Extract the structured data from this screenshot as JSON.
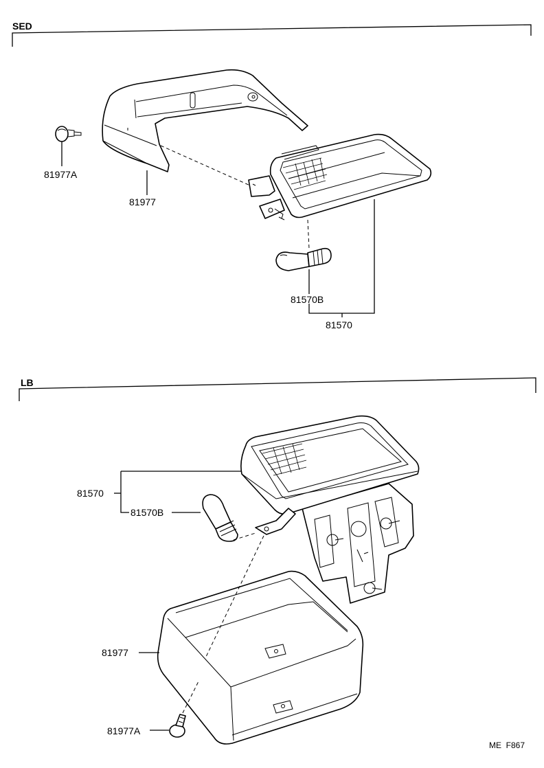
{
  "sections": {
    "sed": {
      "label": "SED"
    },
    "lb": {
      "label": "LB"
    }
  },
  "labels": {
    "sed_81977A": "81977A",
    "sed_81977": "81977",
    "sed_81570B": "81570B",
    "sed_81570": "81570",
    "lb_81570": "81570",
    "lb_81570B": "81570B",
    "lb_81977": "81977",
    "lb_81977A": "81977A"
  },
  "footer": {
    "code": "ME  F867"
  }
}
